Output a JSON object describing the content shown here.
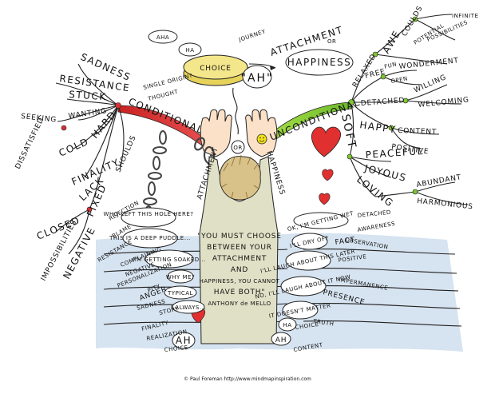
{
  "center": {
    "choice": "CHOICE",
    "aha": "AHA",
    "ha": "HA",
    "journey": "JOURNEY",
    "single_origin": "SINGLE ORIGIN?",
    "thought": "THOUGHT",
    "or_top": "OR",
    "or_mid": "OR",
    "attachment_top": "ATTACHMENT",
    "ah_top": "\"AH\"",
    "happiness_top": "HAPPINESS",
    "attachment_arm": "ATTACHMENT",
    "happiness_arm": "HAPPINESS"
  },
  "left_branch": {
    "hub": "CONDITIONAL",
    "items": [
      "SADNESS",
      "RESISTANCE",
      "STUCK",
      "SEEKING",
      "WANTING",
      "HARD",
      "COLD",
      "DISSATISFIED",
      "SHOULDS",
      "FINALITY",
      "LACK",
      "FIXED",
      "CLOSED",
      "IMPOSSIBILITIES",
      "NEGATIVE"
    ]
  },
  "right_branch": {
    "hub": "UNCONDITIONAL",
    "items": [
      "RELAXED",
      "AWE",
      "COULDS",
      "POTENTIAL",
      "INFINITE",
      "POSSIBILITIES",
      "WONDERMENT",
      "FREE",
      "FUN",
      "OPEN",
      "DETACHED",
      "WILLING",
      "WELCOMING",
      "HAPPY",
      "CONTENT",
      "POSITIVE",
      "SOFT",
      "PEACEFUL",
      "JOYOUS",
      "LOVING",
      "ABUNDANT",
      "HARMONIOUS"
    ]
  },
  "quote": {
    "lines": [
      "\"YOU MUST CHOOSE",
      "BETWEEN YOUR",
      "ATTACHMENT",
      "AND",
      "HAPPINESS, YOU CANNOT",
      "HAVE BOTH\""
    ],
    "author": "ANTHONY de MELLO"
  },
  "left_bubbles": [
    "WHO LEFT THIS HOLE HERE?",
    "THIS IS A DEEP PUDDLE...",
    "I'M GETTING SOAKED...",
    "WHY ME?",
    "TYPICAL",
    "I ALWAYS...",
    "AH"
  ],
  "left_labels": [
    "REJECTION",
    "BLAME",
    "RESISTANCE",
    "COMPLAINING",
    "NEGATIVE",
    "PERSONALIZATION",
    "PITY",
    "ANGER",
    "SADNESS",
    "STORY",
    "FINALITY",
    "REALIZATION",
    "CHOICE"
  ],
  "right_bubbles": [
    "OK, I'M GETTING WET",
    "I'LL DRY OFF",
    "I'LL LAUGH ABOUT THIS LATER",
    "NO, I'LL LAUGH ABOUT IT NOW",
    "IT DOESN'T MATTER",
    "HA",
    "AH"
  ],
  "right_labels": [
    "DETACHED",
    "AWARENESS",
    "OBSERVATION",
    "FACT",
    "POSITIVE",
    "IMPERMANENCE",
    "PRESENCE",
    "TRUTH",
    "CHOICE",
    "CONTENT"
  ],
  "footer": "© Paul Foreman http://www.mindmapinspiration.com",
  "colors": {
    "left_hub": "#d93030",
    "right_hub": "#7cc62e",
    "coin": "#f1e27a",
    "heart": "#e03030",
    "water": "#bfd3e6"
  }
}
